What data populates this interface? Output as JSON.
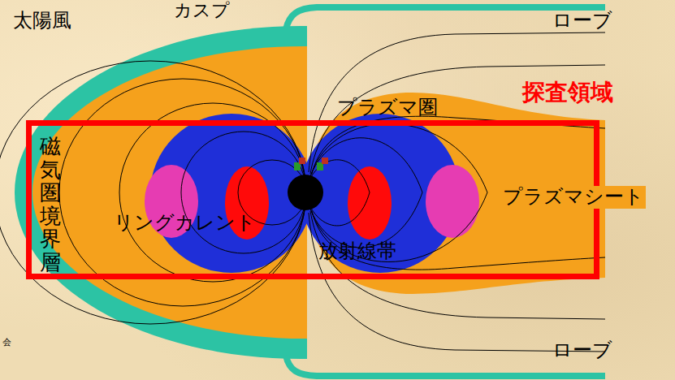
{
  "diagram": {
    "nodes": [
      {
        "text": [
          "探査領域"
        ]
      }
    ],
    "labels": [
      "太陽風",
      "カスプ",
      "ローブ",
      "プラズマ圏",
      "磁気圏境界層",
      "プラズマシート",
      "リングカレント",
      "放射線帯",
      "会",
      "ローブ"
    ]
  }
}
